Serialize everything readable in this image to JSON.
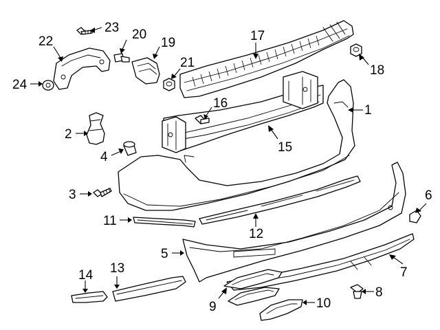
{
  "diagram": {
    "callouts": [
      {
        "id": "1",
        "label": "1"
      },
      {
        "id": "2",
        "label": "2"
      },
      {
        "id": "3",
        "label": "3"
      },
      {
        "id": "4",
        "label": "4"
      },
      {
        "id": "5",
        "label": "5"
      },
      {
        "id": "6",
        "label": "6"
      },
      {
        "id": "7",
        "label": "7"
      },
      {
        "id": "8",
        "label": "8"
      },
      {
        "id": "9",
        "label": "9"
      },
      {
        "id": "10",
        "label": "10"
      },
      {
        "id": "11",
        "label": "11"
      },
      {
        "id": "12",
        "label": "12"
      },
      {
        "id": "13",
        "label": "13"
      },
      {
        "id": "14",
        "label": "14"
      },
      {
        "id": "15",
        "label": "15"
      },
      {
        "id": "16",
        "label": "16"
      },
      {
        "id": "17",
        "label": "17"
      },
      {
        "id": "18",
        "label": "18"
      },
      {
        "id": "19",
        "label": "19"
      },
      {
        "id": "20",
        "label": "20"
      },
      {
        "id": "21",
        "label": "21"
      },
      {
        "id": "22",
        "label": "22"
      },
      {
        "id": "23",
        "label": "23"
      },
      {
        "id": "24",
        "label": "24"
      }
    ]
  }
}
